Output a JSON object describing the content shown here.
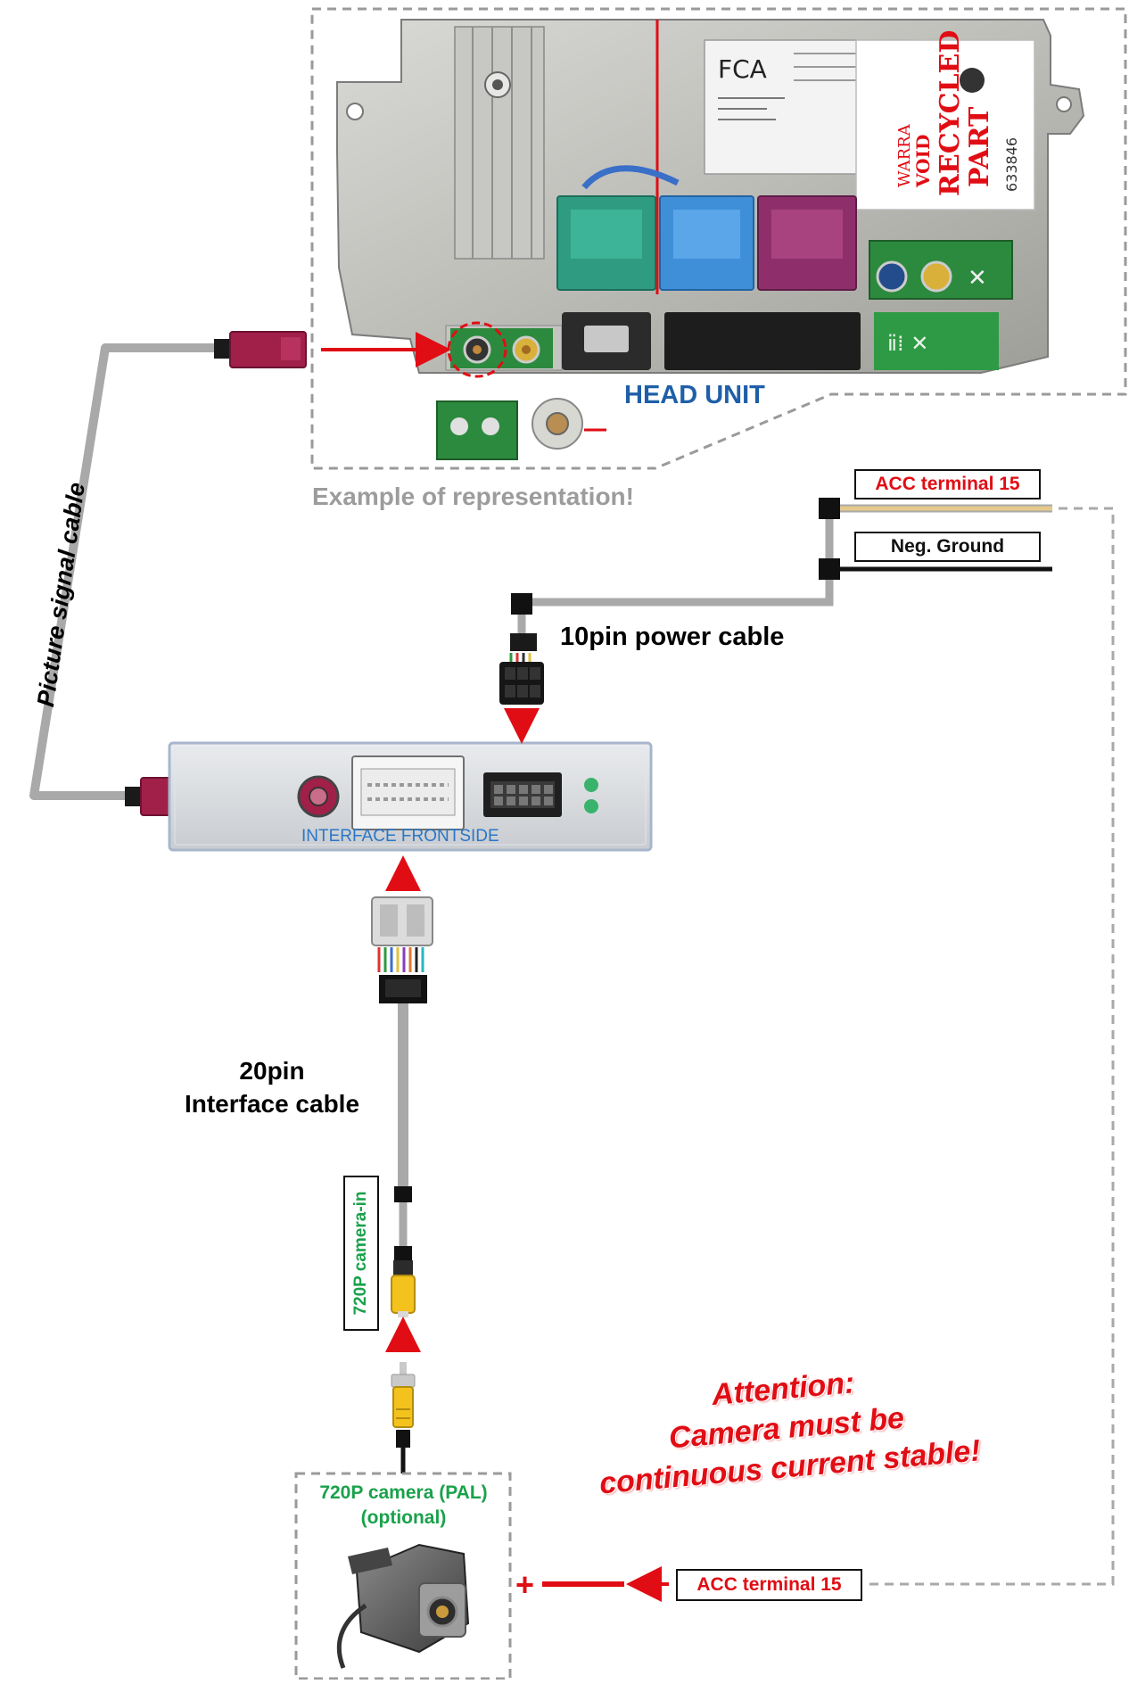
{
  "diagram": {
    "head_unit": {
      "label": "HEAD UNIT",
      "caption": "Example of representation!",
      "brand_mark": "FCA",
      "sticker_lines": [
        "WARRA",
        "VOID",
        "RECYCLED",
        "PART"
      ],
      "serial": "633846"
    },
    "picture_signal_cable": "Picture signal cable",
    "power_cable": "10pin power cable",
    "acc_top": "ACC terminal 15",
    "ground": "Neg. Ground",
    "interface_label": "INTERFACE  FRONTSIDE",
    "interface_cable": [
      "20pin",
      "Interface cable"
    ],
    "camera_in": "720P camera-in",
    "camera_box": [
      "720P camera (PAL)",
      "(optional)"
    ],
    "attention": [
      "Attention:",
      "Camera must be",
      "continuous current stable!"
    ],
    "acc_bottom": "ACC terminal 15",
    "plus_sign": "+"
  },
  "colors": {
    "cable_gray": "#a9a9a9",
    "arrow_red": "#e10d14",
    "fakra_red": "#a0204a",
    "rca_yellow": "#f3c21c",
    "label_blue": "#1f5fa8",
    "label_green": "#1aa14b",
    "acc_wire": "#e3c98a"
  }
}
